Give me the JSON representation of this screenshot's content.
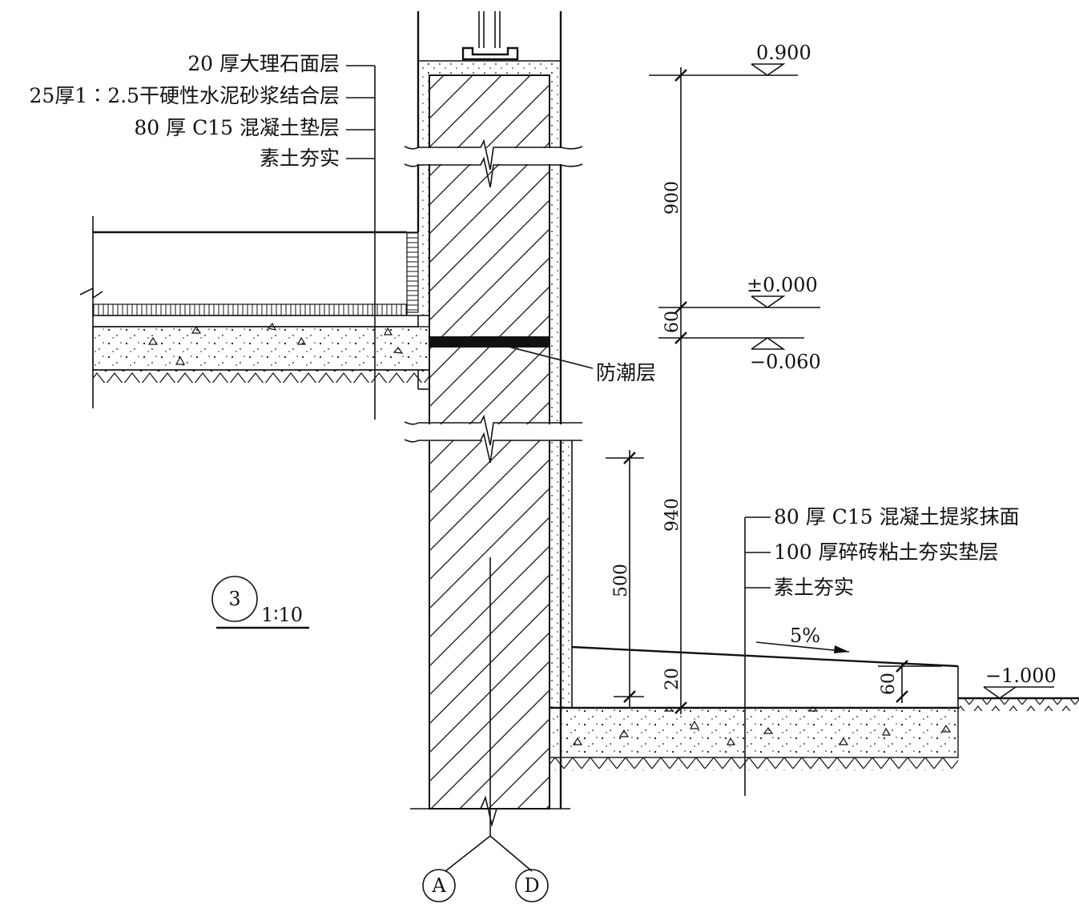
{
  "floor_layers": [
    "20 厚大理石面层",
    "25厚1∶2.5干硬性水泥砂浆结合层",
    "80 厚 C15 混凝土垫层",
    "素土夯实"
  ],
  "apron_layers": [
    "80 厚 C15 混凝土提浆抹面",
    "100 厚碎砖粘土夯实垫层",
    "素土夯实"
  ],
  "damp_proof_label": "防潮层",
  "elevations": {
    "top": "0.900",
    "zero": "±0.000",
    "minus_small": "−0.060",
    "ground": "−1.000"
  },
  "dimensions": {
    "d900": "900",
    "d60": "60",
    "d940": "940",
    "d500": "500",
    "d20": "20",
    "d60_apron": "60"
  },
  "slope": "5%",
  "detail": {
    "number": "3",
    "scale": "1∶10"
  },
  "axes": [
    "A",
    "D"
  ]
}
